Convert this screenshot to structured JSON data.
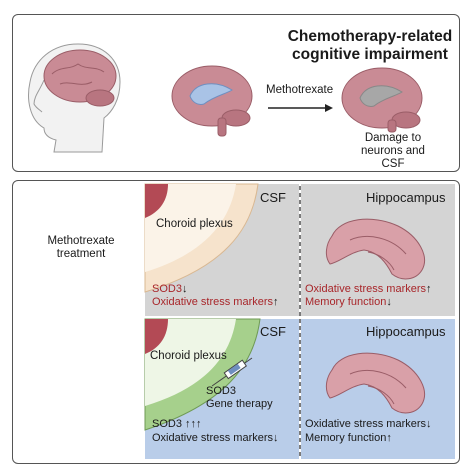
{
  "title": {
    "line1": "Chemotherapy-related",
    "line2": "cognitive impairment"
  },
  "top": {
    "drug_label": "Methotrexate",
    "damage_line1": "Damage to",
    "damage_line2": "neurons and CSF"
  },
  "bottom": {
    "treatment_line1": "Methotrexate",
    "treatment_line2": "treatment",
    "row1": {
      "csf_title": "CSF",
      "choroid_label": "Choroid plexus",
      "sod3_label": "SOD3",
      "sod3_arrow": "↓",
      "oxidative_label": "Oxidative stress markers",
      "oxidative_arrow": "↑",
      "hippo_title": "Hippocampus",
      "hippo_oxidative_label": "Oxidative stress markers",
      "hippo_oxidative_arrow": "↑",
      "memory_label": "Memory function",
      "memory_arrow": "↓"
    },
    "row2": {
      "csf_title": "CSF",
      "choroid_label": "Choroid plexus",
      "gene_line1": "SOD3",
      "gene_line2": "Gene therapy",
      "sod3_label": "SOD3",
      "sod3_arrow": "↑↑↑",
      "oxidative_label": "Oxidative stress markers",
      "oxidative_arrow": "↓",
      "hippo_title": "Hippocampus",
      "hippo_oxidative_label": "Oxidative stress markers",
      "hippo_oxidative_arrow": "↓",
      "memory_label": "Memory function",
      "memory_arrow": "↑"
    }
  },
  "colors": {
    "brain_pink": "#c98b95",
    "csf_blue": "#a9c3e6",
    "panel_gray": "#d4d4d4",
    "panel_blue": "#b9cde9",
    "accent_red": "#a8262a"
  }
}
